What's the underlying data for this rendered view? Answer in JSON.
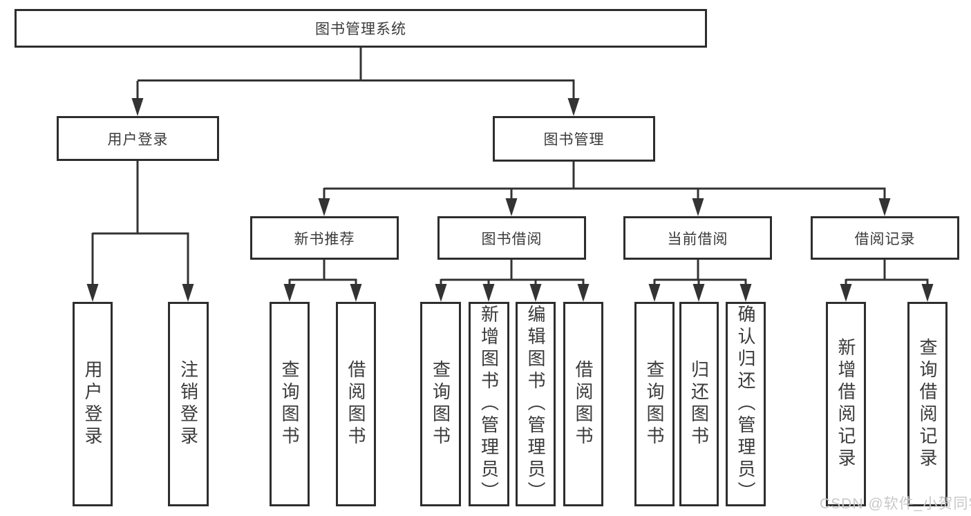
{
  "tree": {
    "root": {
      "label": "图书管理系统"
    },
    "level2": {
      "user_login": {
        "label": "用户登录",
        "children": [
          "用户登录",
          "注销登录"
        ]
      },
      "book_management": {
        "label": "图书管理"
      }
    },
    "level3": {
      "new_book_recommend": {
        "label": "新书推荐",
        "children": [
          "查询图书",
          "借阅图书"
        ]
      },
      "book_borrowing": {
        "label": "图书借阅",
        "children": [
          "查询图书",
          "新增图书（管理员）",
          "编辑图书（管理员）",
          "借阅图书"
        ]
      },
      "current_borrowing": {
        "label": "当前借阅",
        "children": [
          "查询图书",
          "归还图书",
          "确认归还（管理员）"
        ]
      },
      "borrowing_records": {
        "label": "借阅记录",
        "children": [
          "新增借阅记录",
          "查询借阅记录"
        ]
      }
    }
  },
  "watermark": {
    "text": "CSDN @软件_小贺同学"
  },
  "colors": {
    "background": "#ffffff",
    "box_border": "#2d2d2d",
    "connector_line": "#333333",
    "text": "#3a3a3a",
    "watermark_text": "#c8c8c8"
  }
}
